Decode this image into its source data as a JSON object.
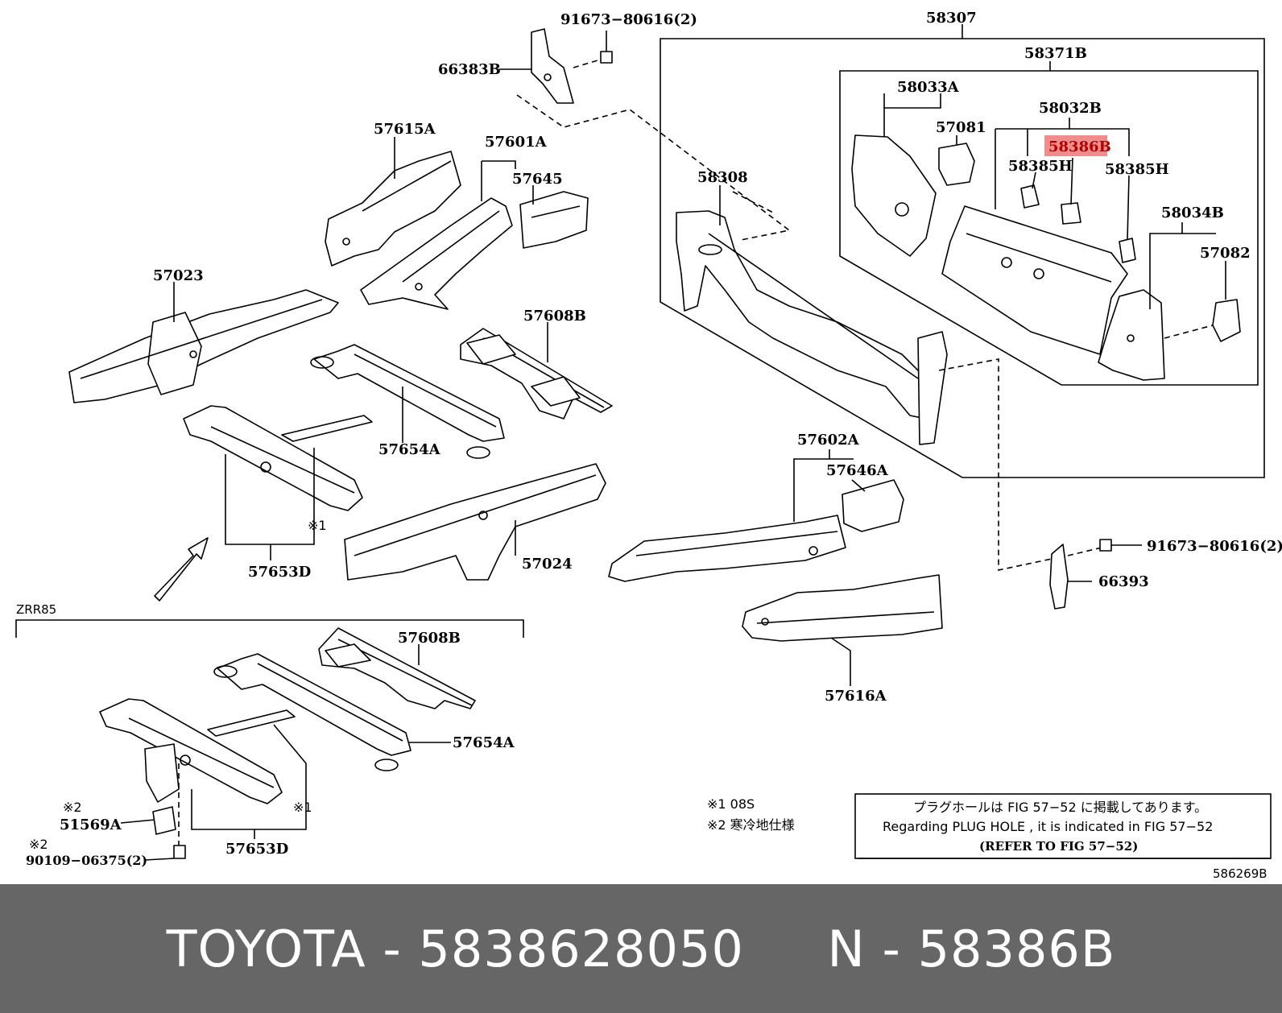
{
  "colors": {
    "highlight": "#f08c8c",
    "footer_bg": "#666666",
    "footer_text": "#ffffff"
  },
  "labels": {
    "p91673_top": "91673−80616(2)",
    "p66383B": "66383B",
    "p58307": "58307",
    "p58371B": "58371B",
    "p58033A": "58033A",
    "p58032B": "58032B",
    "p57081": "57081",
    "p58386B": "58386B",
    "p58385H_left": "58385H",
    "p58385H_right": "58385H",
    "p58034B": "58034B",
    "p57082": "57082",
    "p57615A": "57615A",
    "p57601A": "57601A",
    "p57645": "57645",
    "p58308": "58308",
    "p57023": "57023",
    "p57608B_top": "57608B",
    "p57654A_top": "57654A",
    "p57653D_top": "57653D",
    "p57024": "57024",
    "p57602A": "57602A",
    "p57646A": "57646A",
    "p91673_right": "91673−80616(2)",
    "p66393": "66393",
    "p57616A": "57616A",
    "zrr85": "ZRR85",
    "p57608B_bottom": "57608B",
    "p57654A_bottom": "57654A",
    "p57653D_bottom": "57653D",
    "p51569A": "51569A",
    "p90109": "90109−06375(2)",
    "mark1_top": "※1",
    "mark1_bottom": "※1",
    "mark2_a": "※2",
    "mark2_b": "※2"
  },
  "legend": {
    "line1": "※1 08S",
    "line2": "※2 寒冷地仕様"
  },
  "notice": {
    "line_jp": "プラグホールは FIG 57−52 に掲載してあります。",
    "line_en": "Regarding PLUG HOLE , it is indicated in FIG 57−52",
    "line_ref": "(REFER TO FIG 57−52)"
  },
  "diagram_id": "586269B",
  "footer": {
    "text": "TOYOTA - 5838628050     N - 58386B"
  }
}
